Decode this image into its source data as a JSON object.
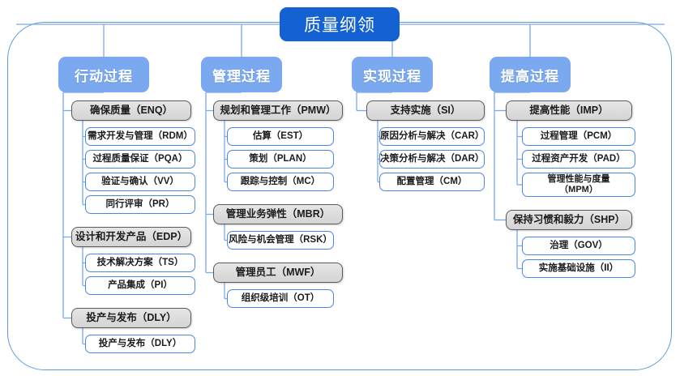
{
  "diagram": {
    "title": "质量纲领",
    "frame_color": "#5b9bd5",
    "title_color": "#1361d2",
    "header_color": "#7aa9f0",
    "group_fill": "#dcdcdc",
    "group_border": "#5a5a5a",
    "leaf_border": "#4a86e8",
    "link_color": "#7aa9f0"
  },
  "columns": [
    {
      "header": "行动过程",
      "groups": [
        {
          "label": "确保质量（ENQ）",
          "children": [
            "需求开发与管理（RDM）",
            "过程质量保证（PQA）",
            "验证与确认（VV）",
            "同行评审（PR）"
          ]
        },
        {
          "label": "设计和开发产品（EDP）",
          "children": [
            "技术解决方案（TS）",
            "产品集成（PI）"
          ]
        },
        {
          "label": "投产与发布（DLY）",
          "children": [
            "投产与发布（DLY）"
          ]
        }
      ]
    },
    {
      "header": "管理过程",
      "groups": [
        {
          "label": "规划和管理工作（PMW）",
          "children": [
            "估算（EST）",
            "策划（PLAN）",
            "跟踪与控制（MC）"
          ]
        },
        {
          "label": "管理业务弹性（MBR）",
          "children": [
            "风险与机会管理（RSK）"
          ]
        },
        {
          "label": "管理员工（MWF）",
          "children": [
            "组织级培训（OT）"
          ]
        }
      ]
    },
    {
      "header": "实现过程",
      "groups": [
        {
          "label": "支持实施（SI）",
          "children": [
            "原因分析与解决（CAR）",
            "决策分析与解决（DAR）",
            "配置管理（CM）"
          ]
        }
      ]
    },
    {
      "header": "提高过程",
      "groups": [
        {
          "label": "提高性能（IMP）",
          "children": [
            "过程管理（PCM）",
            "过程资产开发（PAD）",
            "管理性能与度量\n（MPM）"
          ]
        },
        {
          "label": "保持习惯和毅力（SHP）",
          "children": [
            "治理（GOV）",
            "实施基础设施（II）"
          ]
        }
      ]
    }
  ]
}
